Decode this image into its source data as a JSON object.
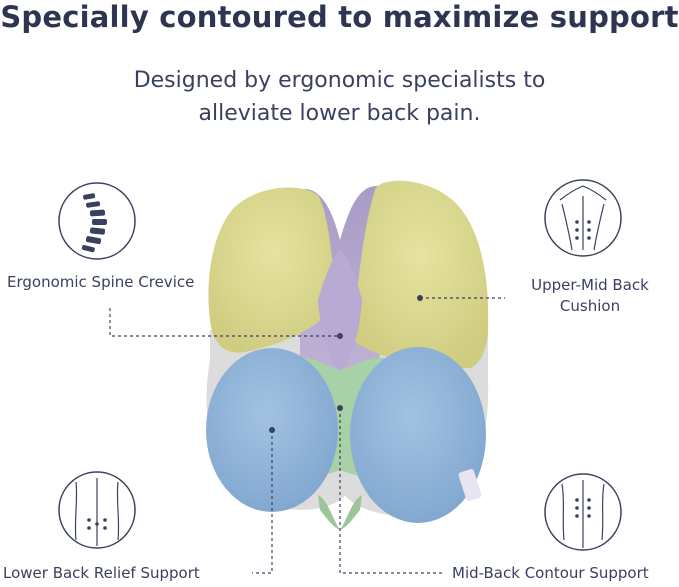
{
  "headline": "Specially contoured to maximize support",
  "subhead": {
    "line1": "Designed by ergonomic specialists to",
    "line2": "alleviate lower back pain."
  },
  "features": {
    "spine_crevice": "Ergonomic Spine Crevice",
    "upper_mid_line1": "Upper-Mid Back",
    "upper_mid_line2": "Cushion",
    "lower_back": "Lower Back Relief Support",
    "mid_back": "Mid-Back Contour Support"
  },
  "icons": {
    "top_left": "spine-icon",
    "top_right": "upper-back-icon",
    "bottom_left": "lower-back-icon",
    "bottom_right": "mid-back-icon"
  },
  "colors": {
    "text": "#2d3550",
    "yellow_zone": "#dcd98f",
    "purple_zone": "#b3a6cc",
    "green_zone": "#a9d1a8",
    "blue_zone": "#8fb3d8"
  }
}
